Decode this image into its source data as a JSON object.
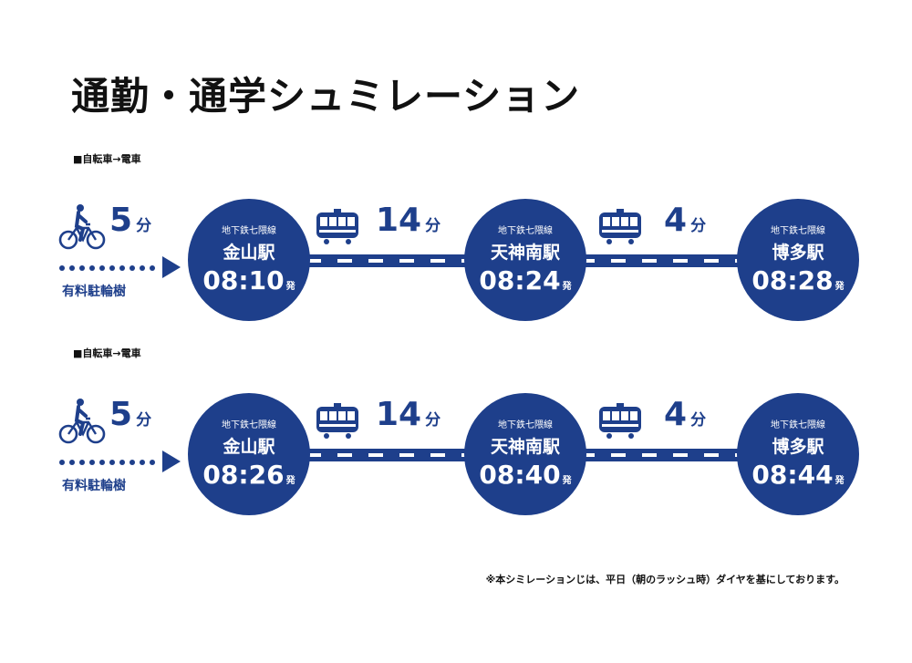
{
  "title": "通勤・通学シュミレーション",
  "routes": [
    {
      "label": "■自転車→電車",
      "bike": {
        "minutes": "5",
        "unit": "分",
        "note": "有料駐輪樹"
      },
      "stations": [
        {
          "line": "地下鉄七隈線",
          "name": "金山駅",
          "time": "08:10",
          "depart": "発"
        },
        {
          "line": "地下鉄七隈線",
          "name": "天神南駅",
          "time": "08:24",
          "depart": "発"
        },
        {
          "line": "地下鉄七隈線",
          "name": "博多駅",
          "time": "08:28",
          "depart": "発"
        }
      ],
      "segments": [
        {
          "minutes": "14",
          "unit": "分"
        },
        {
          "minutes": "4",
          "unit": "分"
        }
      ]
    },
    {
      "label": "■自転車→電車",
      "bike": {
        "minutes": "5",
        "unit": "分",
        "note": "有料駐輪樹"
      },
      "stations": [
        {
          "line": "地下鉄七隈線",
          "name": "金山駅",
          "time": "08:26",
          "depart": "発"
        },
        {
          "line": "地下鉄七隈線",
          "name": "天神南駅",
          "time": "08:40",
          "depart": "発"
        },
        {
          "line": "地下鉄七隈線",
          "name": "博多駅",
          "time": "08:44",
          "depart": "発"
        }
      ],
      "segments": [
        {
          "minutes": "14",
          "unit": "分"
        },
        {
          "minutes": "4",
          "unit": "分"
        }
      ]
    }
  ],
  "note": "※本シミレーションじは、平日（朝のラッシュ時）ダイヤを基にしております。",
  "colors": {
    "accent": "#1e3f8b",
    "text": "#111111",
    "background": "#ffffff"
  },
  "icons": {
    "bike": "bicycle-rider-icon",
    "train": "train-icon",
    "arrow": "arrow-right-icon"
  }
}
